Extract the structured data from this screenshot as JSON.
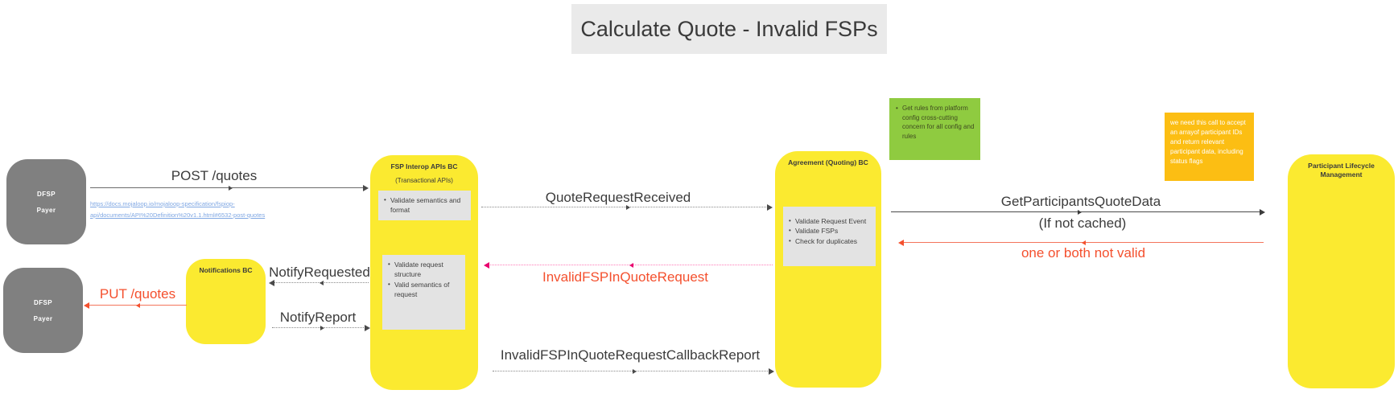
{
  "title": "Calculate Quote - Invalid FSPs",
  "actors": {
    "dfsp_payer": {
      "line1": "DFSP",
      "line2": "Payer"
    },
    "notifications": {
      "title": "Notifications BC"
    },
    "fsp_interop": {
      "title": "FSP Interop APIs BC",
      "subtitle": "(Transactional APIs)",
      "tasks_top": [
        "Validate semantics and format"
      ],
      "tasks_bottom": [
        "Validate request structure",
        "Valid semantics of request"
      ]
    },
    "agreement": {
      "title": "Agreement (Quoting) BC",
      "tasks": [
        "Validate Request Event",
        "Validate FSPs",
        "Check for duplicates"
      ]
    },
    "participant": {
      "title": "Participant Lifecycle Management"
    }
  },
  "sticky_notes": {
    "green": {
      "items": [
        "Get rules from platform config cross-cutting concern for all config and rules"
      ]
    },
    "orange": {
      "text": "we need this call to accept an arrayof participant IDs and return relevant participant data, including status flags"
    }
  },
  "messages": {
    "post_quotes": {
      "label": "POST /quotes",
      "link": "https://docs.mojaloop.io/mojaloop-specification/fspiop-api/documents/API%20Definition%20v1.1.html#6532-post-quotes"
    },
    "quote_request_received": {
      "label": "QuoteRequestReceived"
    },
    "invalid_fsp_in_quote_request": {
      "label": "InvalidFSPInQuoteRequest"
    },
    "get_participants_quote_data": {
      "label": "GetParticipantsQuoteData",
      "condition": "(If not cached)"
    },
    "one_or_both_not_valid": {
      "label": "one or both not valid"
    },
    "notify_requested": {
      "label": "NotifyRequested"
    },
    "notify_report": {
      "label": "NotifyReport"
    },
    "put_quotes": {
      "label": "PUT /quotes"
    },
    "invalid_fsp_callback_report": {
      "label": "InvalidFSPInQuoteRequestCallbackReport"
    }
  },
  "colors": {
    "lane_yellow": "#FBEA30",
    "actor_gray": "#808080",
    "task_note_gray": "#E3E3E3",
    "sticky_green": "#8FCB40",
    "sticky_orange": "#FCBE13",
    "error_red": "#F4502E",
    "event_pink": "#E8006E",
    "link_blue": "#7FA7E3",
    "banner_gray": "#EAEAEA",
    "arrow_dark": "#595959"
  }
}
